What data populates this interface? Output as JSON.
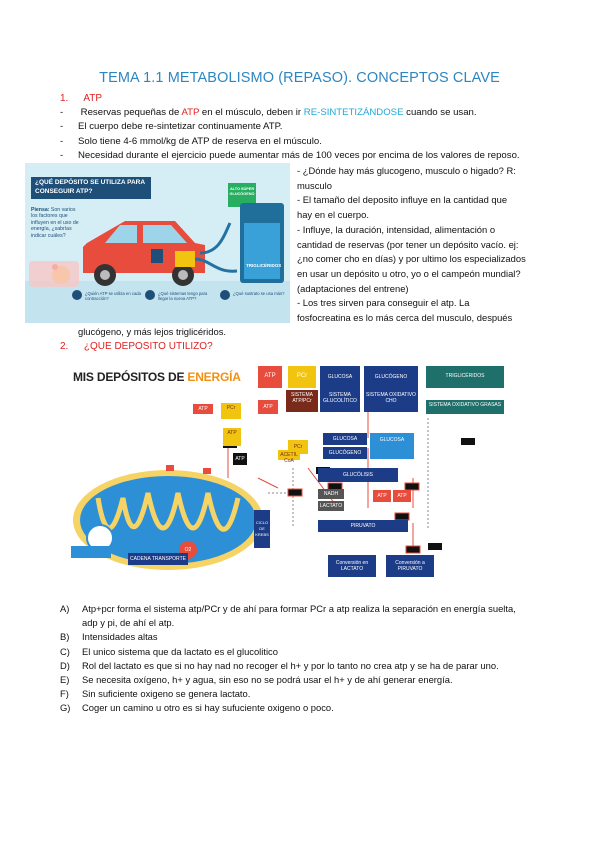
{
  "title": "TEMA 1.1 METABOLISMO (REPASO). CONCEPTOS CLAVE",
  "section1": {
    "num": "1.",
    "label": "ATP"
  },
  "bullets": [
    {
      "dash": "-",
      "pre": "Reservas pequeñas de ",
      "atp": "ATP",
      "mid": " en el músculo, deben ir ",
      "resint": "RE-SINTETIZÁNDOSE",
      "post": " cuando se usan."
    },
    {
      "dash": "-",
      "text": "El cuerpo debe re-sintetizar continuamente ATP."
    },
    {
      "dash": "-",
      "text": "Solo tiene 4-6 mmol/kg de ATP de reserva en el músculo."
    },
    {
      "dash": "-",
      "text": "Necesidad durante el ejercicio puede aumentar más de 100 veces por encima de los valores de reposo."
    }
  ],
  "right_column": [
    "-   ¿Dónde hay más glucogeno, musculo o higado? R:",
    "musculo",
    "-   El tamaño del deposito influye en la cantidad que",
    "hay en el cuerpo.",
    "-   Influye, la duración, intensidad, alimentación o",
    "cantidad de reservas (por tener un depósito vacío. ej:",
    "¿no comer cho en días) y por ultimo los especializados",
    "en usar un depósito u otro, yo o el campeón mundial?",
    "(adaptaciones del entrene)",
    "-   Los tres sirven para conseguir el atp. La",
    "fosfocreatina es lo más cerca del musculo, después"
  ],
  "continuation": "glucógeno, y más lejos triglicéridos.",
  "section2": {
    "num": "2.",
    "label": "¿QUE DEPOSITO UTILIZO?"
  },
  "figure1": {
    "heading": "¿QUÉ DEPÓSITO SE UTILIZA PARA CONSEGUIR ATP?",
    "piensa": "Piensa:",
    "piensa_text": "Son varios los factores que influyen en el uso de energía, ¿sabrías indicar cuáles?",
    "tank_label": "TRIGLICÉRIDOS",
    "sign_label": "ALTO SÚPER GLUCÓGENO",
    "q1": "¿Quién ATP se utiliza en cada contracción?",
    "q2": "¿Qué sistemas tengo para llegar la nueva ATP?",
    "q3": "¿Qué sustrato se usa más?"
  },
  "figure2": {
    "heading": "MIS DEPÓSITOS DE ",
    "heading_accent": "ENERGÍA",
    "atp": "ATP",
    "pcr": "PCr",
    "glucosa": "GLUCOSA",
    "glucogeno": "GLUCÓGENO",
    "trigliceridos": "TRIGLICÉRIDOS",
    "sistema_atp": "SISTEMA ATP/PCr",
    "sistema_gluc": "SISTEMA GLUCOLÍTICO",
    "sistema_oxi": "SISTEMA OXIDATIVO CHO",
    "sistema_grasas": "SISTEMA OXIDATIVO GRASAS",
    "glucolisis": "GLUCÓLISIS",
    "lactato": "LACTATO",
    "piruvato": "PIRUVATO",
    "nadh": "NADH",
    "o2": "O2",
    "acetil": "ACETIL CoA",
    "kreb": "CICLO DE KREBS",
    "cadena": "CADENA TRANSPORTE",
    "conv1": "Conversión en LACTATO",
    "conv2": "Conversión a PIRUVATO"
  },
  "list_items": [
    {
      "key": "A)",
      "text": "Atp+pcr forma el sistema atp/PCr y de ahí para formar PCr a atp realiza la separación en energía suelta,"
    },
    {
      "key": "",
      "text": "adp y pi, de ahí el atp."
    },
    {
      "key": "B)",
      "text": "Intensidades altas"
    },
    {
      "key": "C)",
      "text": "El unico sistema que da lactato es el glucolitico"
    },
    {
      "key": "D)",
      "text": "Rol del lactato es que si no hay nad no recoger el h+ y por lo tanto no crea atp y se ha de parar uno."
    },
    {
      "key": "E)",
      "text": "Se necesita oxígeno, h+ y agua, sin eso no se podrá usar el h+ y de ahí generar energía."
    },
    {
      "key": "F)",
      "text": "Sin suficiente oxigeno se genera lactato."
    },
    {
      "key": "G)",
      "text": "Coger un camino u otro es si hay sufuciente oxigeno o poco."
    }
  ],
  "colors": {
    "title": "#2e86c1",
    "red": "#e02020",
    "cyan": "#1fa8d8",
    "navy": "#1d3c87",
    "teal": "#1f6f6a"
  }
}
